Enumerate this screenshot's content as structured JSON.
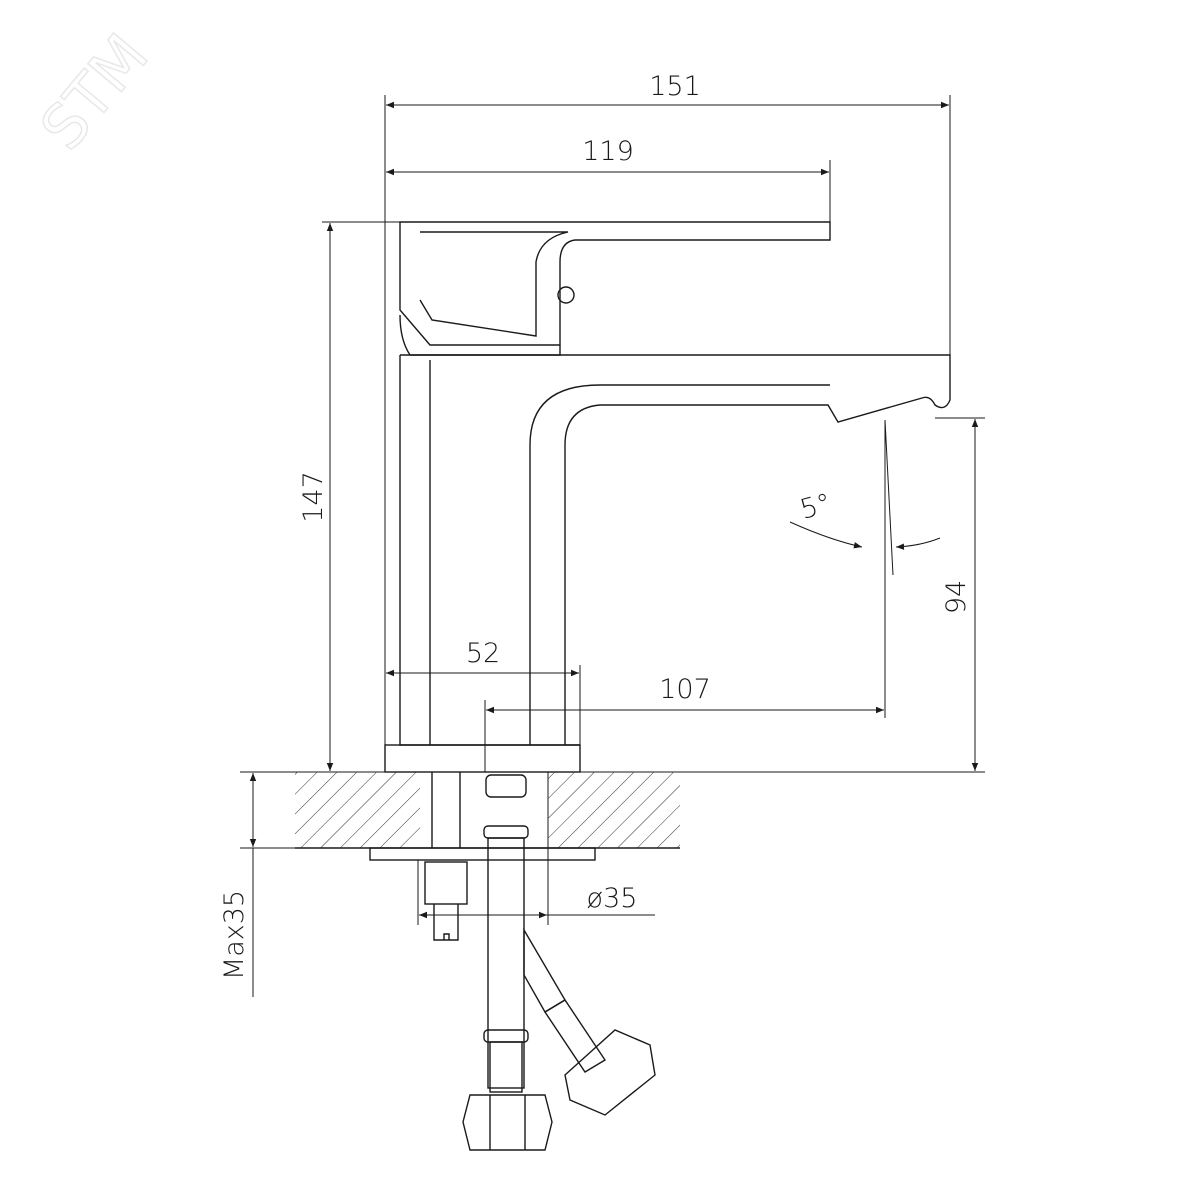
{
  "watermark": "STM",
  "dimensions": {
    "overall_length": "151",
    "handle_length": "119",
    "height": "147",
    "spout_height": "94",
    "spout_reach": "107",
    "body_width": "52",
    "angle": "5°",
    "max_counter_thickness": "Max35",
    "hole_diameter": "ø35"
  },
  "colors": {
    "line": "#1a1a1a",
    "background": "#ffffff"
  }
}
